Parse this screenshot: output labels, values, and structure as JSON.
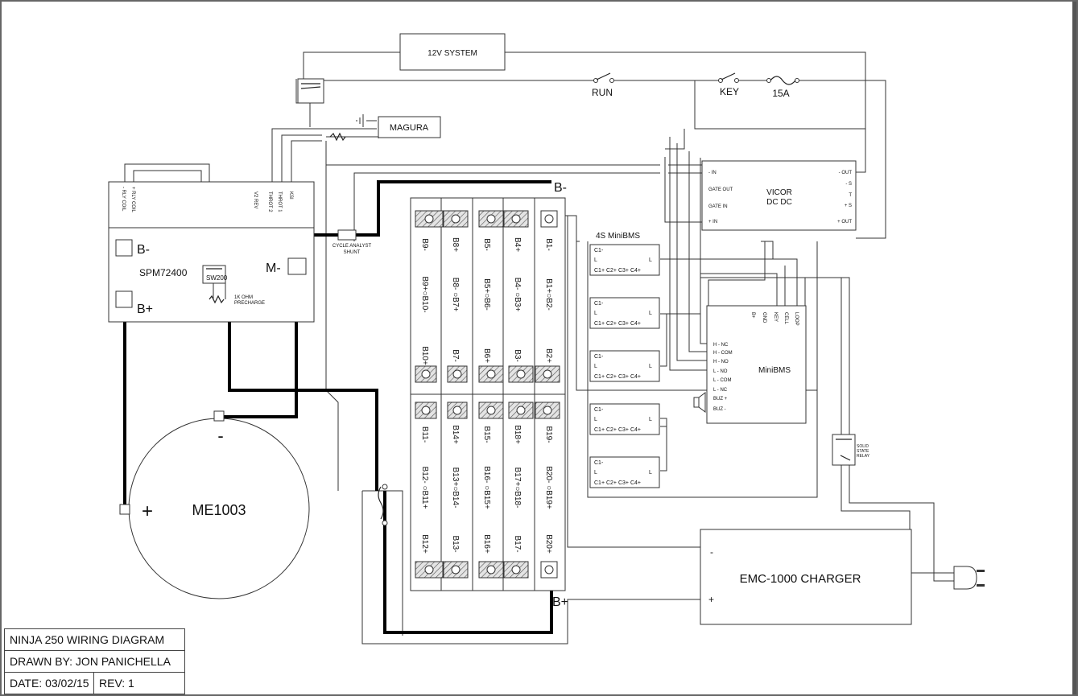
{
  "components": {
    "system_12v": "12V SYSTEM",
    "run_switch": "RUN",
    "key_switch": "KEY",
    "fuse": "15A",
    "magura": "MAGURA",
    "controller": {
      "name": "SPM72400",
      "b_minus": "B-",
      "b_plus": "B+",
      "m_minus": "M-",
      "sw": "SW200",
      "precharge": [
        "1K OHM",
        "PRECHARGE"
      ],
      "pins": [
        "- RLY COIL",
        "+ RLY COIL",
        "V2 REV",
        "THROT 2",
        "THROT 1",
        "KSI"
      ]
    },
    "shunt": [
      "CYCLE ANALYST",
      "SHUNT"
    ],
    "motor": {
      "name": "ME1003",
      "minus": "-",
      "plus": "+"
    },
    "pack": {
      "b_minus": "B-",
      "b_plus": "B+",
      "top_row": [
        [
          "B9-",
          "B9+○B10-",
          "B10+"
        ],
        [
          "B8+",
          "B8- ○B7+",
          "B7-"
        ],
        [
          "B5-",
          "B5+○B6-",
          "B6+"
        ],
        [
          "B4+",
          "B4- ○B3+",
          "B3-"
        ],
        [
          "B1-",
          "B1+○B2-",
          "B2+"
        ]
      ],
      "bottom_row": [
        [
          "B11-",
          "B12- ○B11+",
          "B12+"
        ],
        [
          "B14+",
          "B13+○B14-",
          "B13-"
        ],
        [
          "B15-",
          "B16- ○B15+",
          "B16+"
        ],
        [
          "B18+",
          "B17+○B18-",
          "B17-"
        ],
        [
          "B19-",
          "B20- ○B19+",
          "B20+"
        ]
      ]
    },
    "minibms_4s": {
      "title": "4S MiniBMS",
      "c1": "C1-",
      "l": "L",
      "taps": "C1+  C2+  C3+  C4+"
    },
    "vicor": {
      "name": [
        "VICOR",
        "DC DC"
      ],
      "pins_left": [
        "- IN",
        "GATE OUT",
        "GATE IN",
        "+ IN"
      ],
      "pins_right": [
        "- OUT",
        "- S",
        "T",
        "+ S",
        "+ OUT"
      ]
    },
    "minibms_main": {
      "name": "MiniBMS",
      "pins_left": [
        "H - NC",
        "H - COM",
        "H - NO",
        "L - NO",
        "L - COM",
        "L - NC",
        "BUZ +",
        "BUZ -"
      ],
      "pins_top": [
        "B+",
        "GND",
        "KEY",
        "CELL",
        "LOOP"
      ]
    },
    "relay": [
      "SOLID",
      "STATE",
      "RELAY"
    ],
    "charger": {
      "name": "EMC-1000 CHARGER",
      "minus": "-",
      "plus": "+"
    }
  },
  "title_block": {
    "title": "NINJA 250 WIRING DIAGRAM",
    "drawn_by": "DRAWN BY: JON PANICHELLA",
    "date": "DATE: 03/02/15",
    "rev": "REV: 1"
  }
}
